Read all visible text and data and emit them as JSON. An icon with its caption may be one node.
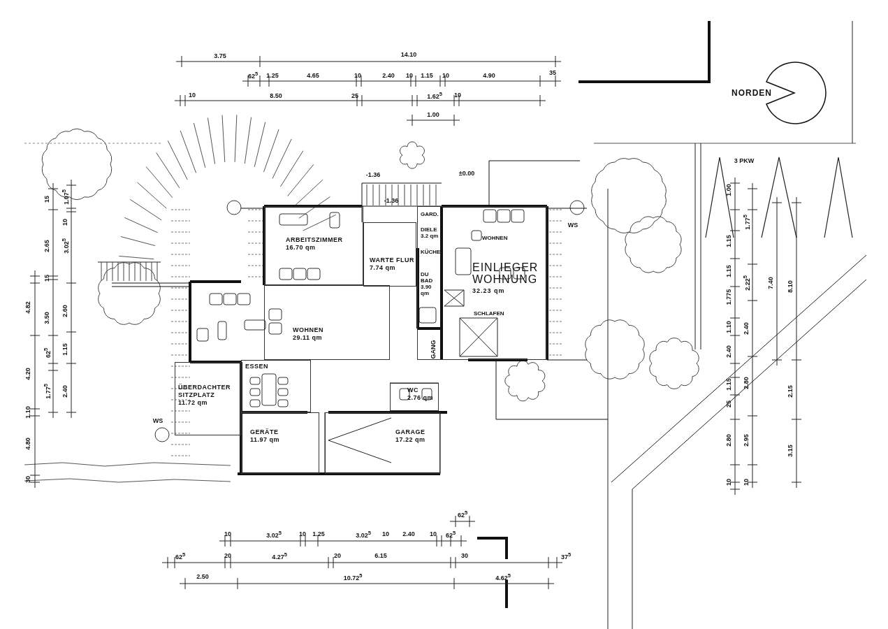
{
  "diagram": {
    "nodes": [
      {
        "text": [
          "ARBEITSZIMMER",
          "16.70 qm"
        ]
      },
      {
        "text": [
          "WARTE FLUR",
          "7.74 qm"
        ]
      },
      {
        "text": [
          "WOHNEN",
          "29.11 qm"
        ]
      },
      {
        "text": [
          "ESSEN"
        ]
      },
      {
        "text": [
          "ÜBERDACHTER SITZPLATZ",
          "11.72 qm"
        ]
      },
      {
        "text": [
          "GERÄTE",
          "11.97 qm"
        ]
      },
      {
        "text": [
          "GARAGE",
          "17.22 qm"
        ]
      },
      {
        "text": [
          "WC",
          "2.76 qm"
        ]
      },
      {
        "text": [
          "EINLIEGER WOHNUNG",
          "32.23 qm"
        ]
      },
      {
        "text": [
          "GARD."
        ],
        "in": 8
      },
      {
        "text": [
          "DIELE",
          "3.2 qm"
        ],
        "in": 8
      },
      {
        "text": [
          "KÜCHE"
        ],
        "in": 8
      },
      {
        "text": [
          "DU BAD",
          "3.90 qm"
        ],
        "in": 8
      },
      {
        "text": [
          "WOHNEN"
        ],
        "in": 8
      },
      {
        "text": [
          "SCHLAFEN"
        ],
        "in": 8
      }
    ],
    "labels": [
      "3.75",
      "14.10",
      "62$^{5}$",
      "1.25",
      "4.65",
      "10",
      "2.40",
      "10",
      "1.15",
      "10",
      "4.90",
      "35",
      "10",
      "8.50",
      "25",
      "1.62$^{5}$",
      "10",
      "1.00",
      "NORDEN",
      "-1.36",
      "±0.00",
      "-1.36",
      "WS",
      "3 PKW",
      "GANG",
      "WS",
      "1.00",
      "1.15",
      "1.15",
      "1.775",
      "1.10",
      "2.40",
      "1.15",
      "25",
      "2.80",
      "10",
      "1.77$^{5}$",
      "2.22$^{5}$",
      "2.40",
      "2.80",
      "2.95",
      "10",
      "7.40",
      "8.10",
      "2.15",
      "3.15",
      "4.82",
      "4.20",
      "1.10",
      "4.80",
      "30",
      "15",
      "2.65",
      "15",
      "3.50",
      "62$^{5}$",
      "1.77$^{5}$",
      "1.07$^{5}$",
      "10",
      "3.02$^{5}$",
      "2.60",
      "1.15",
      "2.40",
      "10",
      "3.02$^{5}$",
      "10",
      "1.25",
      "3.02$^{5}$",
      "10",
      "2.40",
      "10",
      "62$^{5}$",
      "62$^{5}$",
      "62$^{5}$",
      "20",
      "4.27$^{5}$",
      "20",
      "6.15",
      "30",
      "37$^{5}$",
      "2.50",
      "10.72$^{5}$",
      "4.62$^{5}$"
    ]
  }
}
